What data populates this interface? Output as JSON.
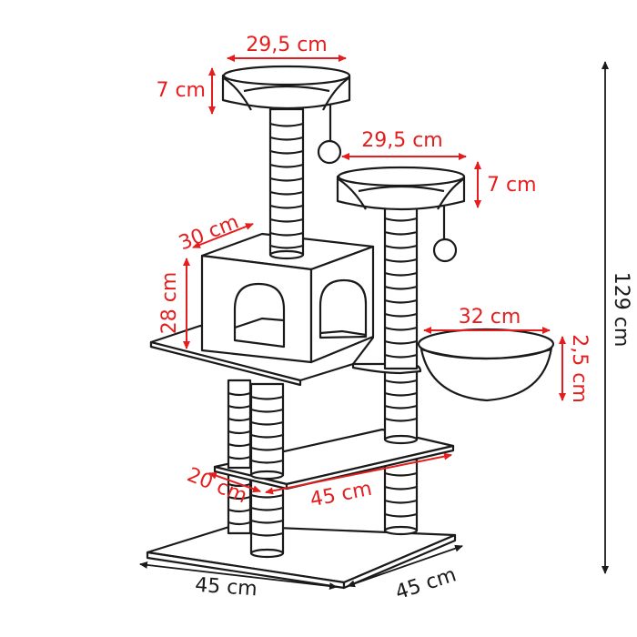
{
  "diagram": {
    "subject": "Cat tree with dimensions",
    "colors": {
      "dimension_red": "#e41e1e",
      "dimension_black": "#1a1a1a",
      "line": "#1a1a1a",
      "background": "#ffffff"
    },
    "dimensions": {
      "top_platform_width": "29,5 cm",
      "top_platform_height": "7 cm",
      "second_platform_width": "29,5 cm",
      "second_platform_height": "7 cm",
      "house_depth": "30 cm",
      "house_height": "28 cm",
      "basket_width": "32 cm",
      "basket_height": "2,5 cm",
      "middle_shelf_depth": "20 cm",
      "middle_shelf_width": "45 cm",
      "base_width": "45 cm",
      "base_depth": "45 cm",
      "total_height": "129 cm"
    },
    "components": [
      "top-bed",
      "second-bed",
      "hanging-ball-1",
      "hanging-ball-2",
      "cube-house",
      "house-platform",
      "hammock-basket",
      "middle-shelf",
      "base-plate",
      "sisal-posts"
    ]
  }
}
